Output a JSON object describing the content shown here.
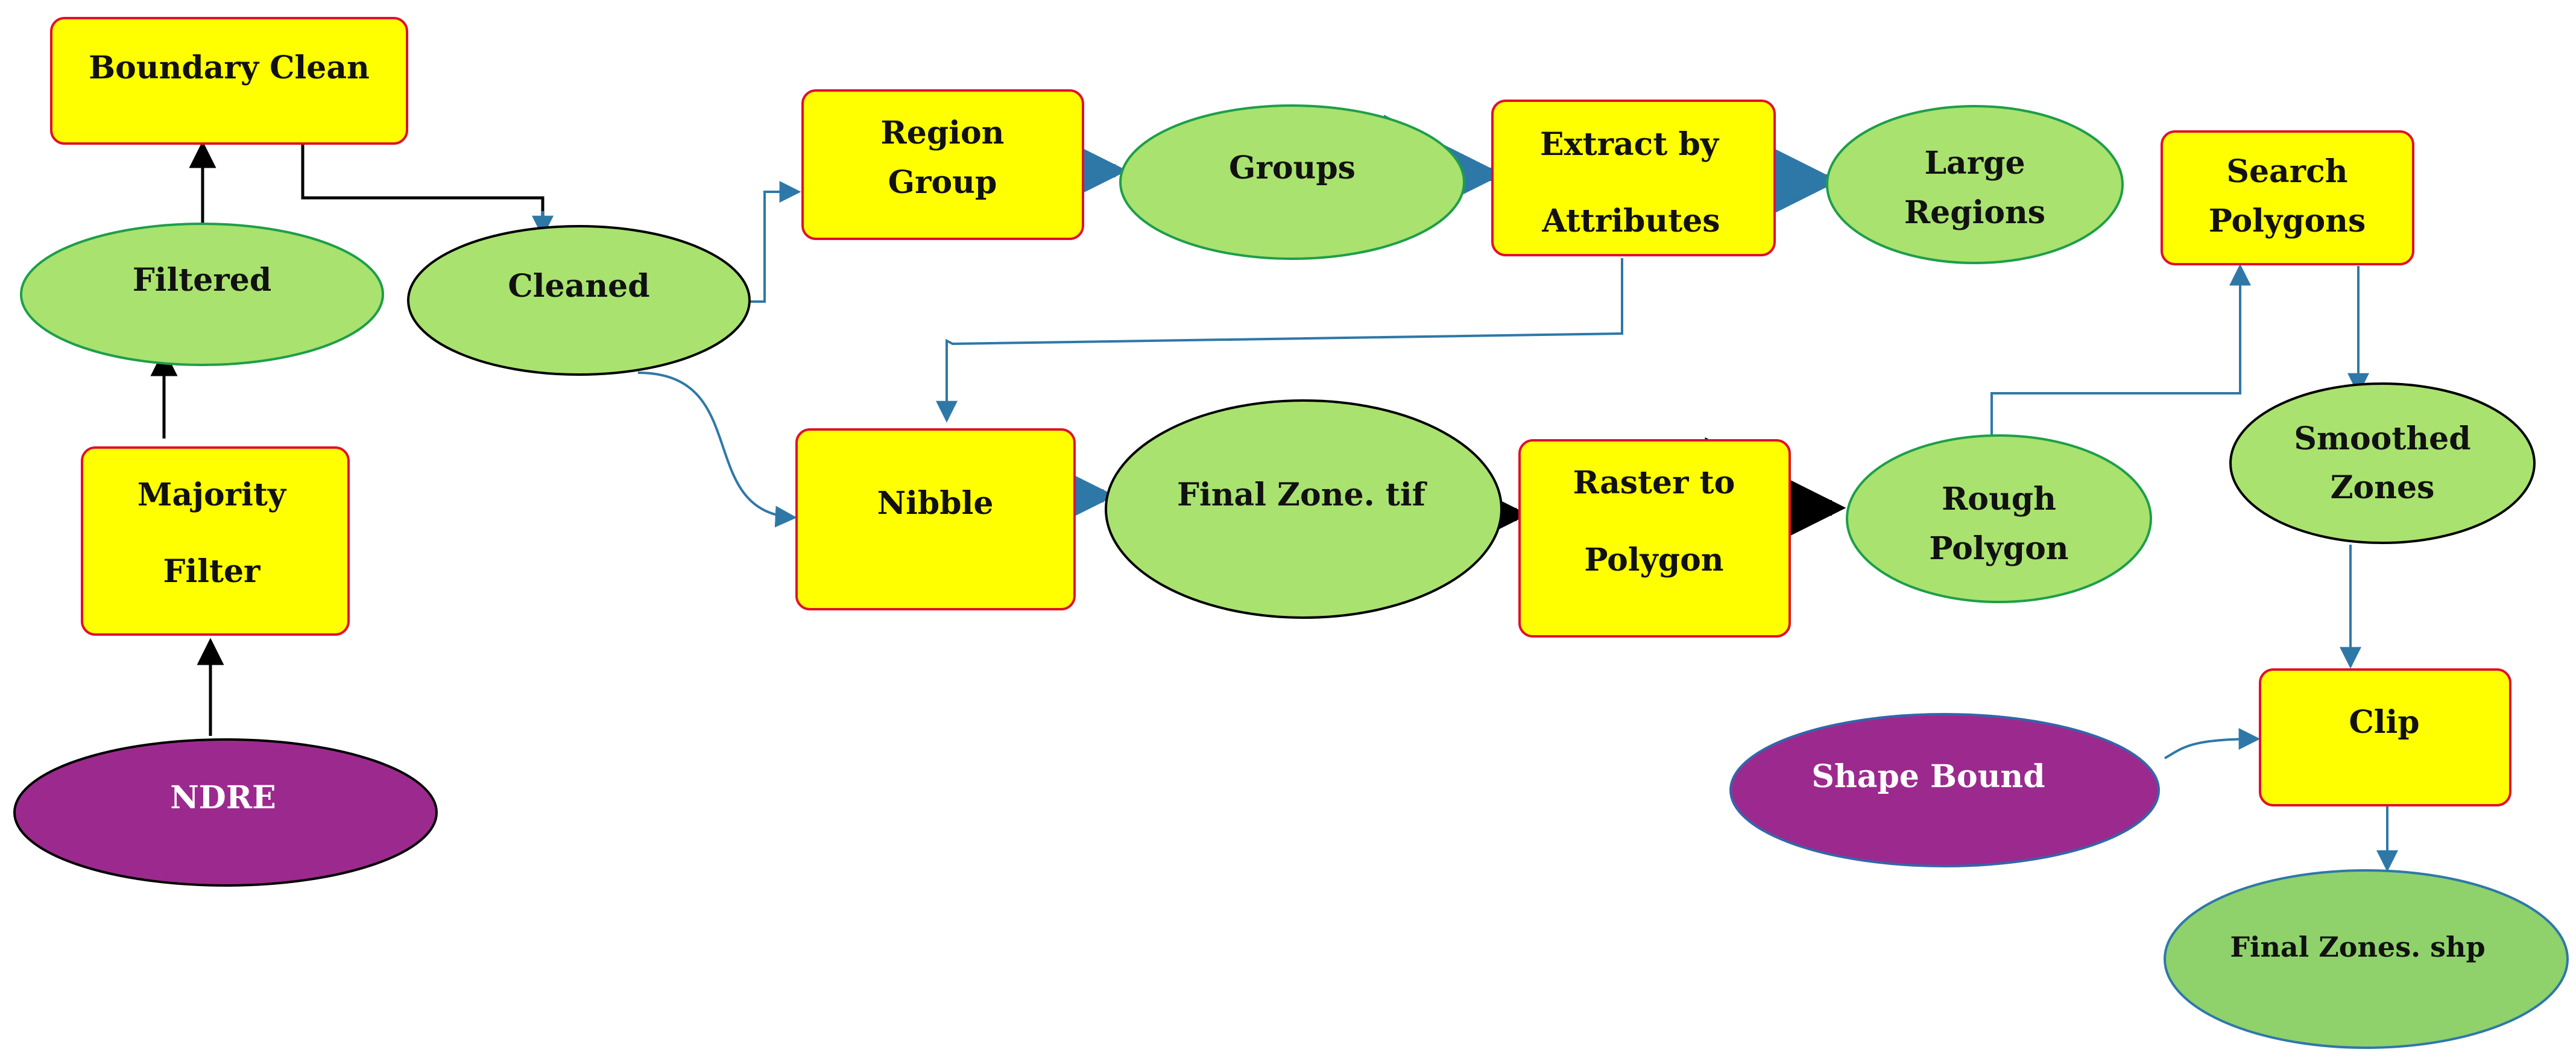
{
  "colors": {
    "process_fill": "#ffff00",
    "process_stroke": "#e0112b",
    "data_fill": "#a9e26f",
    "data_fill_dark": "#8fd16b",
    "data_stroke": "#1e9e4a",
    "input_fill": "#9c2a8e",
    "input_stroke": "#3366aa",
    "connector": "#2e78a8",
    "connector_dark": "#1e4f6a",
    "black": "#000000"
  },
  "nodes": {
    "boundary_clean": "Boundary Clean",
    "filtered": "Filtered",
    "majority_filter": [
      "Majority",
      "Filter"
    ],
    "ndre": "NDRE",
    "cleaned": "Cleaned",
    "region_group": [
      "Region",
      "Group"
    ],
    "groups": "Groups",
    "extract_by_attributes": [
      "Extract by",
      "Attributes"
    ],
    "large_regions": [
      "Large",
      "Regions"
    ],
    "search_polygons": [
      "Search",
      "Polygons"
    ],
    "nibble": "Nibble",
    "final_zone_tif": "Final Zone. tif",
    "raster_to_polygon": [
      "Raster to",
      "Polygon"
    ],
    "rough_polygon": [
      "Rough",
      "Polygon"
    ],
    "smoothed_zones": [
      "Smoothed",
      "Zones"
    ],
    "clip": "Clip",
    "shape_bound": "Shape Bound",
    "final_zones_shp": "Final Zones. shp"
  }
}
